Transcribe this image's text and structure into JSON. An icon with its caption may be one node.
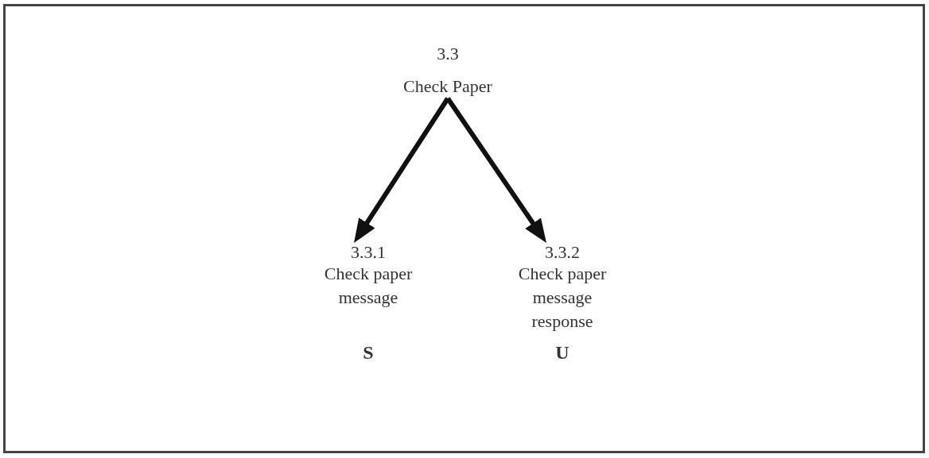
{
  "diagram": {
    "nodes": [
      {
        "text": [
          "3.3",
          "Check Paper"
        ]
      },
      {
        "text": [
          "3.3.1",
          "Check paper message"
        ],
        "beside": [
          "S"
        ]
      },
      {
        "text": [
          "3.3.2",
          "Check paper message response"
        ],
        "beside": [
          "U"
        ]
      }
    ],
    "edges": [
      {
        "from": 0,
        "to": 1,
        "arrow": "to"
      },
      {
        "from": 0,
        "to": 2,
        "arrow": "to"
      }
    ]
  }
}
